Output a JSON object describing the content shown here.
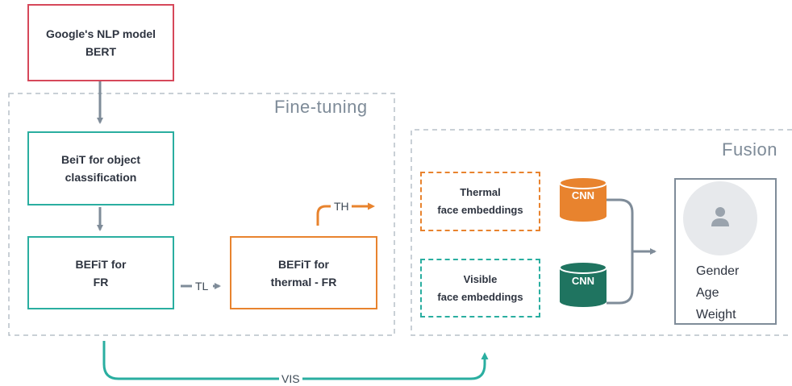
{
  "colors": {
    "red": "#d6485a",
    "teal": "#2aaea0",
    "orange": "#e8832e",
    "dark_green": "#1f7460",
    "gray": "#7f8c99",
    "dashed_gray": "#b7c0c8",
    "avatar_circle": "#e7e9ec",
    "avatar_icon": "#9aa3ad"
  },
  "nodes": {
    "bert": {
      "line1": "Google's NLP model",
      "line2": "BERT"
    },
    "beit": {
      "line1": "BeiT for object",
      "line2": "classification"
    },
    "befit_fr": {
      "line1": "BEFiT for",
      "line2": "FR"
    },
    "befit_thermal": {
      "line1": "BEFiT for",
      "line2": "thermal - FR"
    },
    "thermal_emb": {
      "line1": "Thermal",
      "line2": "face embeddings"
    },
    "visible_emb": {
      "line1": "Visible",
      "line2": "face embeddings"
    },
    "cnn_top": "CNN",
    "cnn_bottom": "CNN",
    "output": {
      "icon": "person-icon",
      "line1": "Gender",
      "line2": "Age",
      "line3": "Weight"
    }
  },
  "regions": {
    "fine_tuning": "Fine-tuning",
    "fusion": "Fusion"
  },
  "edges": {
    "tl": "TL",
    "th": "TH",
    "vis": "VIS"
  }
}
